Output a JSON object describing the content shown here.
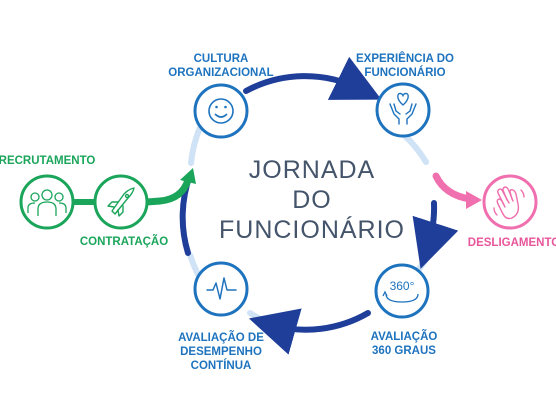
{
  "title": {
    "line1": "JORNADA",
    "line2": "DO",
    "line3": "FUNCIONÁRIO"
  },
  "stages": {
    "recrutamento": "RECRUTAMENTO",
    "contratacao": "CONTRATAÇÃO",
    "cultura": [
      "CULTURA",
      "ORGANIZACIONAL"
    ],
    "experiencia": [
      "EXPERIÊNCIA DO",
      "FUNCIONÁRIO"
    ],
    "avaliacao360": [
      "AVALIAÇÃO",
      "360 GRAUS"
    ],
    "avaliacao_desempenho": [
      "AVALIAÇÃO DE",
      "DESEMPENHO",
      "CONTÍNUA"
    ],
    "desligamento": "DESLIGAMENTO"
  },
  "icons": {
    "avaliacao360_text": "360°"
  },
  "colors": {
    "blue_dark": "#1f3e9a",
    "blue_light": "#1e73be",
    "green": "#1aa55a",
    "pink": "#f06fae",
    "title": "#44546a"
  }
}
